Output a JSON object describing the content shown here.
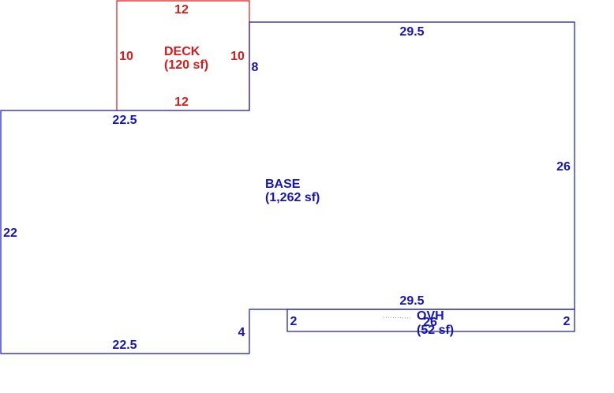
{
  "colors": {
    "deck": "#d81b1b",
    "base": "#1515b8"
  },
  "deck": {
    "name": "DECK",
    "area": "(120 sf)",
    "top_dim": "12",
    "bottom_dim": "12",
    "left_dim": "10",
    "right_dim": "10"
  },
  "base": {
    "name": "BASE",
    "area": "(1,262 sf)",
    "top_dim": "29.5",
    "right_dim": "26",
    "step_dim": "8",
    "upper_left_dim": "22.5",
    "left_dim": "22",
    "bottom_dim": "22.5",
    "notch_dim": "4",
    "notch_top_dim": "29.5"
  },
  "ovh": {
    "name": "OVH",
    "area": "(52 sf)",
    "overlap_dim": "26",
    "left_dim": "2",
    "right_dim": "2"
  }
}
